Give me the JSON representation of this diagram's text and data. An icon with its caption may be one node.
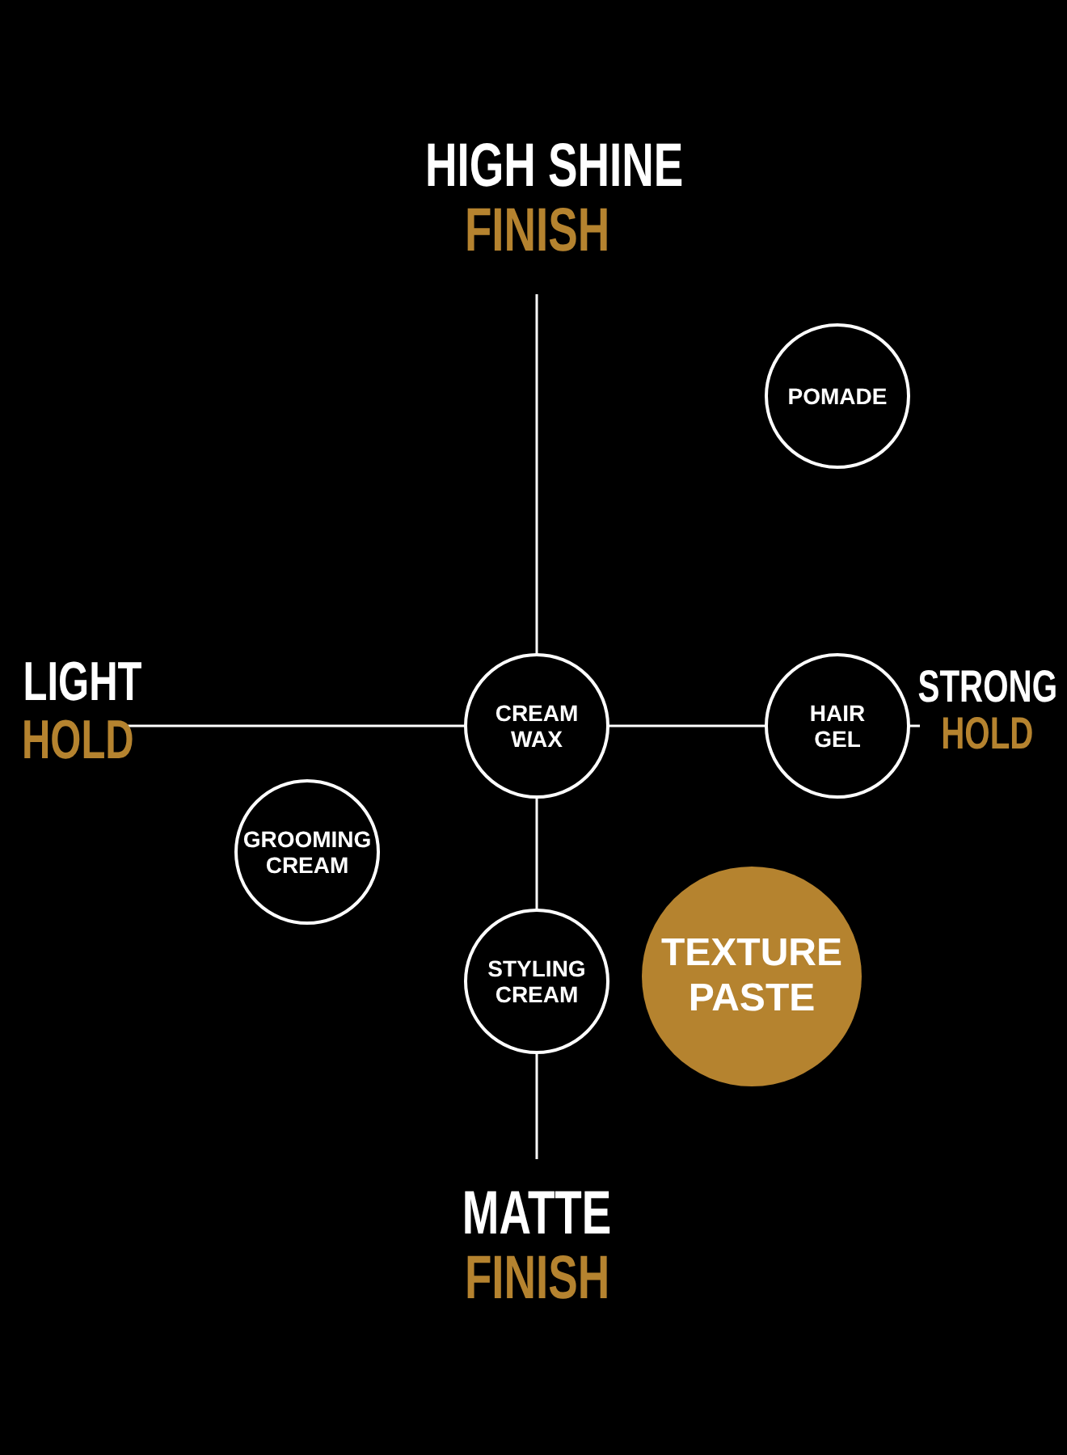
{
  "diagram": {
    "nodes": [
      {
        "text": [
          "HIGH SHINE",
          "FINISH"
        ]
      },
      {
        "text": [
          "LIGHT",
          "HOLD"
        ]
      },
      {
        "text": [
          "STRONG",
          "HOLD"
        ]
      },
      {
        "text": [
          "MATTE",
          "FINISH"
        ]
      },
      {
        "text": [
          "POMADE"
        ]
      },
      {
        "text": [
          "CREAM WAX"
        ]
      },
      {
        "text": [
          "HAIR GEL"
        ]
      },
      {
        "text": [
          "GROOMING CREAM"
        ]
      },
      {
        "text": [
          "STYLING CREAM"
        ]
      },
      {
        "text": [
          "TEXTURE PASTE"
        ]
      }
    ]
  }
}
